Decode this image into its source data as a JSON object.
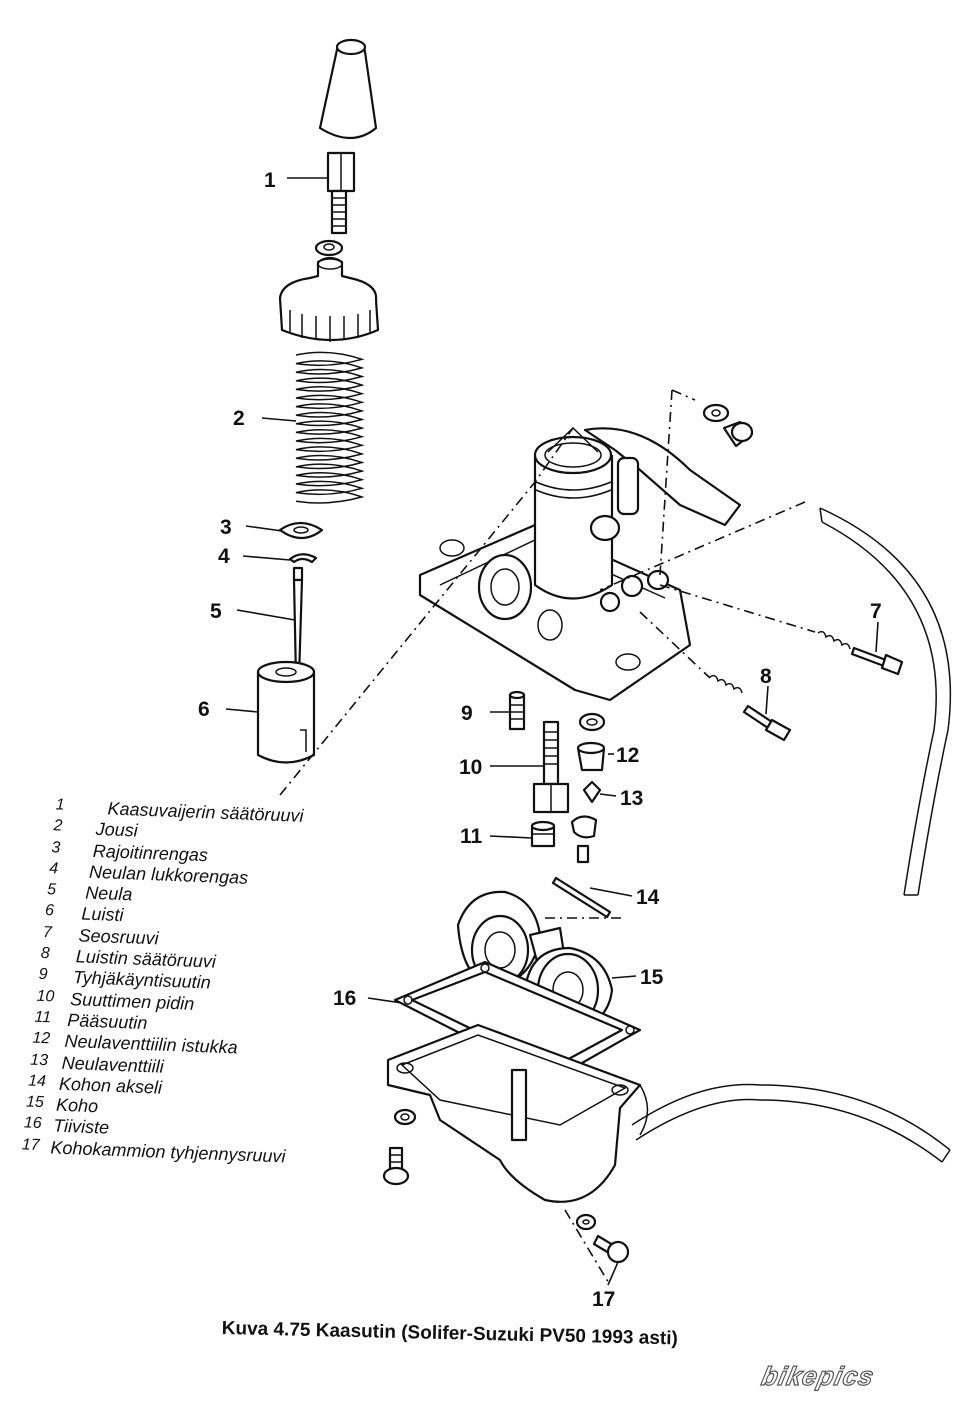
{
  "callouts": [
    "1",
    "2",
    "3",
    "4",
    "5",
    "6",
    "7",
    "8",
    "9",
    "10",
    "11",
    "12",
    "13",
    "14",
    "15",
    "16",
    "17"
  ],
  "legend": [
    {
      "no": "1",
      "text": "Kaasuvaijerin säätöruuvi"
    },
    {
      "no": "2",
      "text": "Jousi"
    },
    {
      "no": "3",
      "text": "Rajoitinrengas"
    },
    {
      "no": "4",
      "text": "Neulan lukkorengas"
    },
    {
      "no": "5",
      "text": "Neula"
    },
    {
      "no": "6",
      "text": "Luisti"
    },
    {
      "no": "7",
      "text": "Seosruuvi"
    },
    {
      "no": "8",
      "text": "Luistin säätöruuvi"
    },
    {
      "no": "9",
      "text": "Tyhjäkäyntisuutin"
    },
    {
      "no": "10",
      "text": "Suuttimen pidin"
    },
    {
      "no": "11",
      "text": "Pääsuutin"
    },
    {
      "no": "12",
      "text": "Neulaventtiilin istukka"
    },
    {
      "no": "13",
      "text": "Neulaventtiili"
    },
    {
      "no": "14",
      "text": "Kohon akseli"
    },
    {
      "no": "15",
      "text": "Koho"
    },
    {
      "no": "16",
      "text": "Tiiviste"
    },
    {
      "no": "17",
      "text": "Kohokammion tyhjennysruuvi"
    }
  ],
  "caption": "Kuva 4.75  Kaasutin (Solifer-Suzuki PV50 1993 asti)",
  "watermark": "bikepics",
  "colors": {
    "ink": "#111111",
    "paper": "#ffffff"
  }
}
